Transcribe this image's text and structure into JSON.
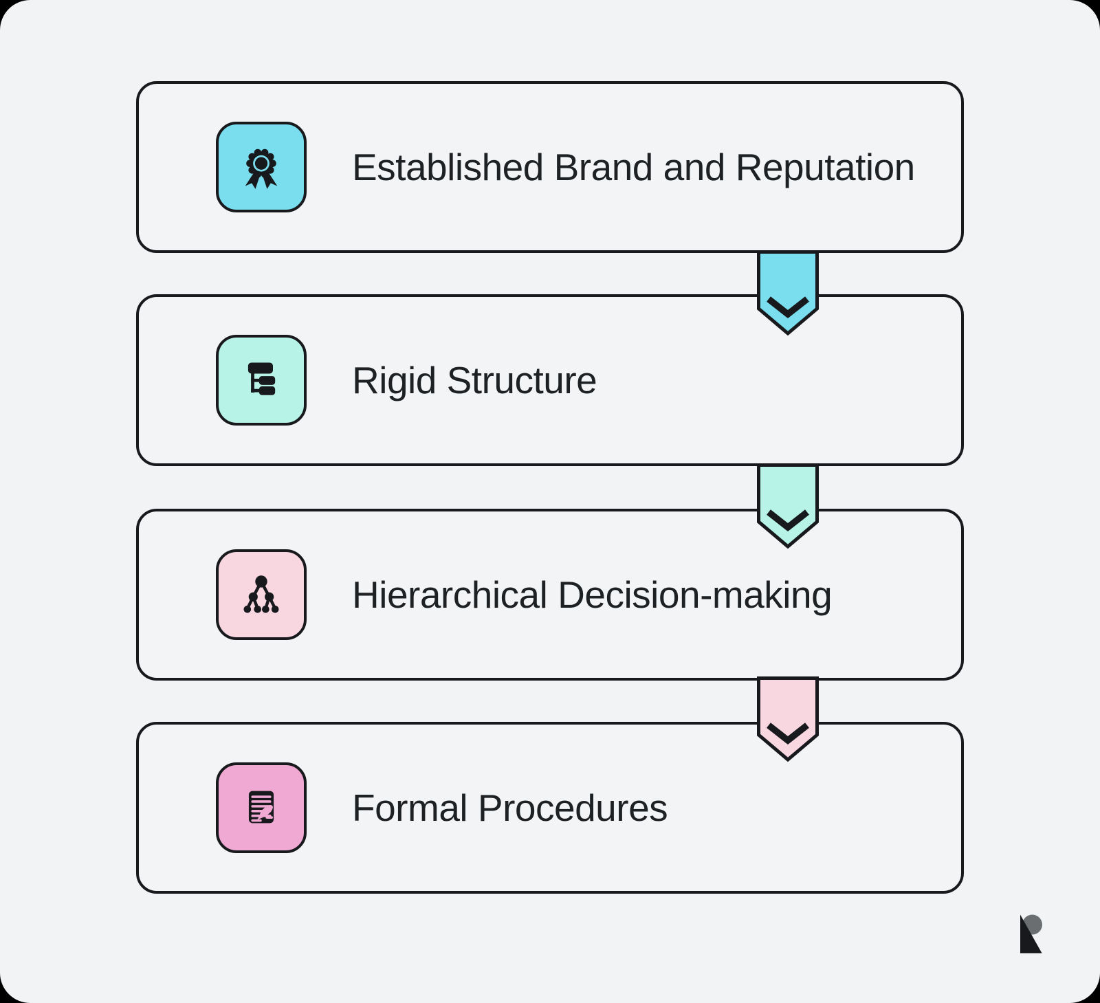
{
  "page": {
    "background": "#f2f3f5",
    "outline": "#17191c",
    "text_color": "#1e2124"
  },
  "items": [
    {
      "label": "Established Brand and Reputation",
      "icon": "award-ribbon-icon",
      "color": "#7adeee"
    },
    {
      "label": "Rigid Structure",
      "icon": "org-structure-icon",
      "color": "#b7f3e7"
    },
    {
      "label": "Hierarchical Decision-making",
      "icon": "hierarchy-nodes-icon",
      "color": "#f8d7e0"
    },
    {
      "label": "Formal Procedures",
      "icon": "document-pen-icon",
      "color": "#efa9d3"
    }
  ],
  "arrows": [
    {
      "color": "#7adeee"
    },
    {
      "color": "#b7f3e7"
    },
    {
      "color": "#f8d7e0"
    }
  ],
  "logo": {
    "name": "recraft-logo",
    "dark": "#17191c",
    "gray": "#6a6e70"
  }
}
